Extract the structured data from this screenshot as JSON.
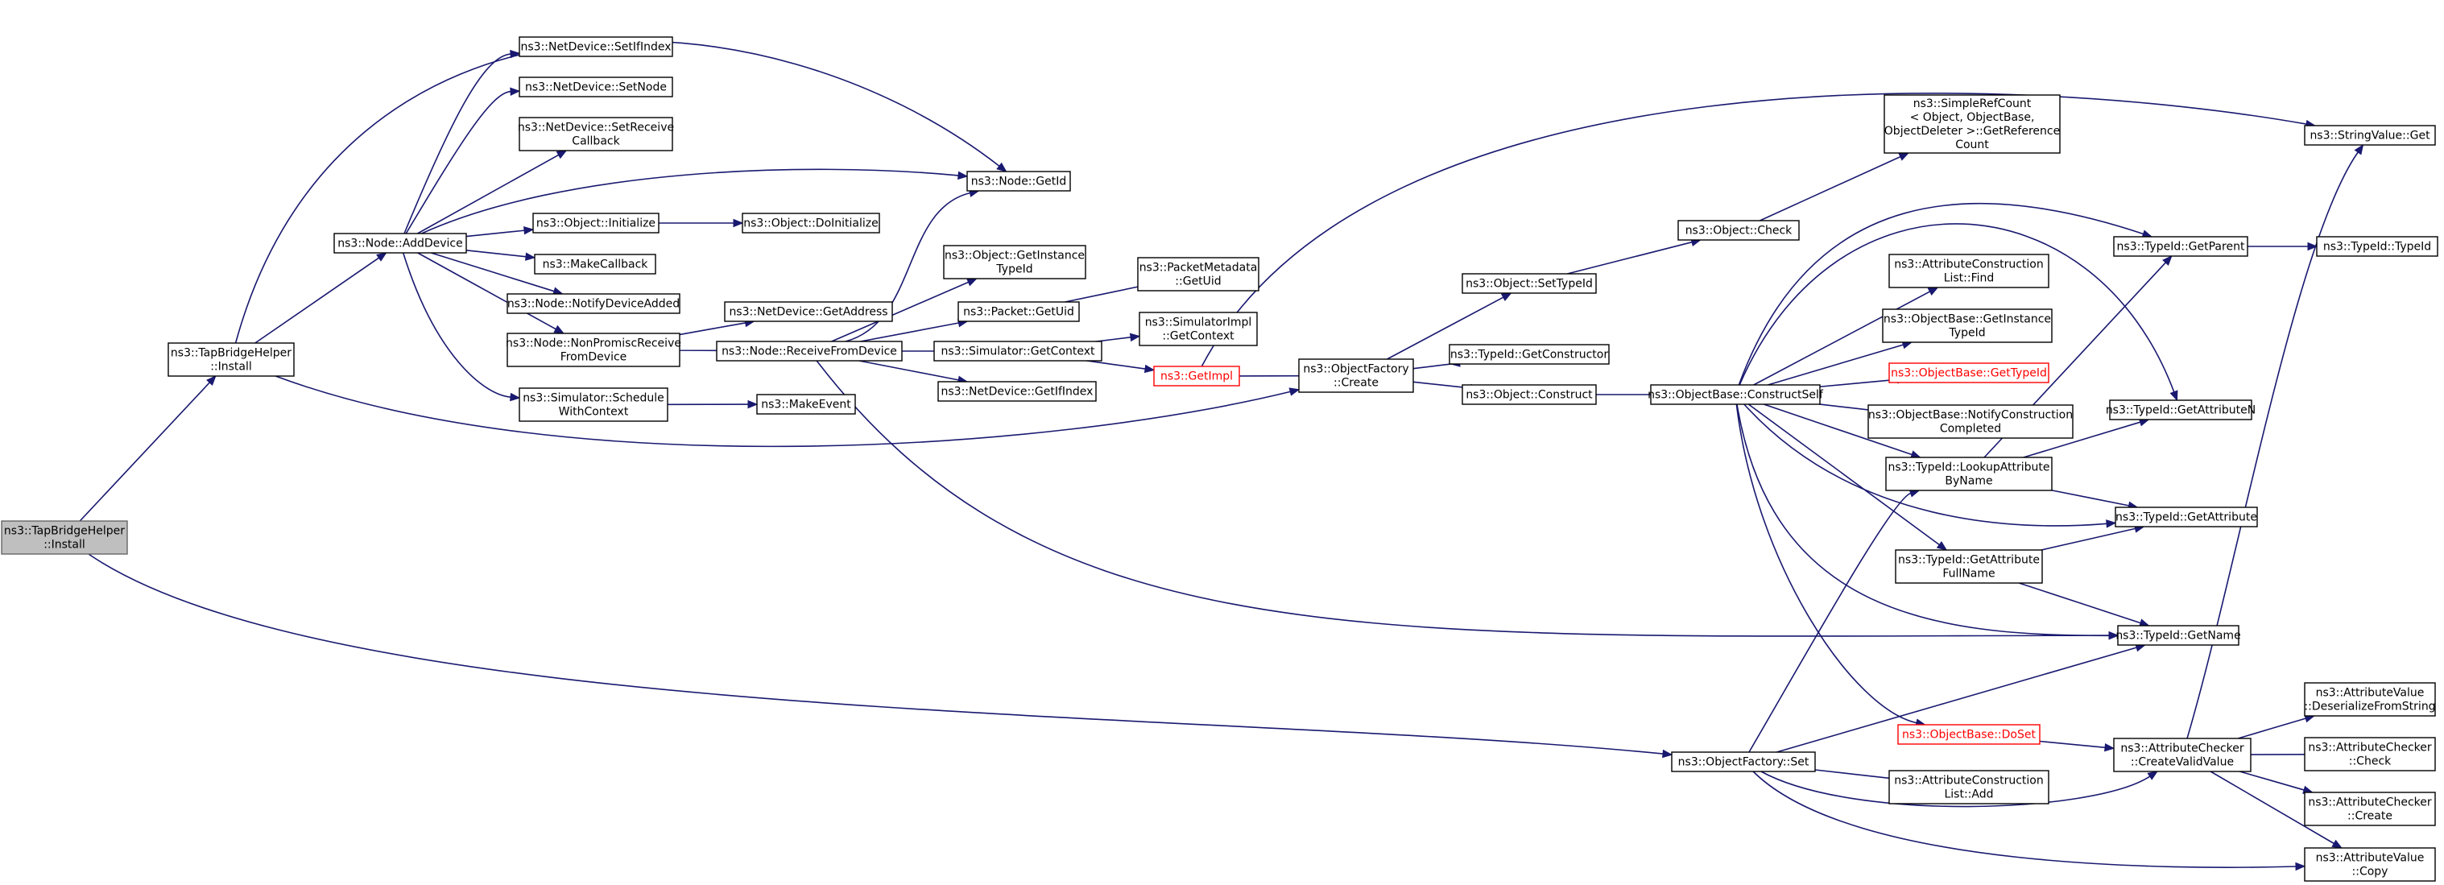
{
  "graph": {
    "colors": {
      "edge": "#191970",
      "node_border": "#000000",
      "root_fill": "#bfbfbf",
      "highlight_border": "#ff0000"
    },
    "nodes": [
      {
        "id": "tbh_install_root",
        "lines": [
          "ns3::TapBridgeHelper",
          "::Install"
        ],
        "style": "root"
      },
      {
        "id": "tbh_install",
        "lines": [
          "ns3::TapBridgeHelper",
          "::Install"
        ]
      },
      {
        "id": "node_adddevice",
        "lines": [
          "ns3::Node::AddDevice"
        ]
      },
      {
        "id": "nd_setifindex",
        "lines": [
          "ns3::NetDevice::SetIfIndex"
        ]
      },
      {
        "id": "nd_setnode",
        "lines": [
          "ns3::NetDevice::SetNode"
        ]
      },
      {
        "id": "nd_setreceivecb",
        "lines": [
          "ns3::NetDevice::SetReceive",
          "Callback"
        ]
      },
      {
        "id": "obj_initialize",
        "lines": [
          "ns3::Object::Initialize"
        ]
      },
      {
        "id": "makecallback",
        "lines": [
          "ns3::MakeCallback"
        ]
      },
      {
        "id": "node_notifydeviceadded",
        "lines": [
          "ns3::Node::NotifyDeviceAdded"
        ]
      },
      {
        "id": "node_nonpromisc",
        "lines": [
          "ns3::Node::NonPromiscReceive",
          "FromDevice"
        ]
      },
      {
        "id": "sim_schedulewithctx",
        "lines": [
          "ns3::Simulator::Schedule",
          "WithContext"
        ]
      },
      {
        "id": "node_getid",
        "lines": [
          "ns3::Node::GetId"
        ]
      },
      {
        "id": "obj_doinitialize",
        "lines": [
          "ns3::Object::DoInitialize"
        ]
      },
      {
        "id": "nd_getaddress",
        "lines": [
          "ns3::NetDevice::GetAddress"
        ]
      },
      {
        "id": "node_receivefromdevice",
        "lines": [
          "ns3::Node::ReceiveFromDevice"
        ]
      },
      {
        "id": "makeevent",
        "lines": [
          "ns3::MakeEvent"
        ]
      },
      {
        "id": "obj_getinstancetypeid",
        "lines": [
          "ns3::Object::GetInstance",
          "TypeId"
        ]
      },
      {
        "id": "packet_getuid",
        "lines": [
          "ns3::Packet::GetUid"
        ]
      },
      {
        "id": "sim_getcontext",
        "lines": [
          "ns3::Simulator::GetContext"
        ]
      },
      {
        "id": "nd_getifindex",
        "lines": [
          "ns3::NetDevice::GetIfIndex"
        ]
      },
      {
        "id": "pktmeta_getuid",
        "lines": [
          "ns3::PacketMetadata",
          "::GetUid"
        ]
      },
      {
        "id": "simimpl_getcontext",
        "lines": [
          "ns3::SimulatorImpl",
          "::GetContext"
        ]
      },
      {
        "id": "getimpl",
        "lines": [
          "ns3::GetImpl"
        ],
        "style": "red"
      },
      {
        "id": "objfactory_create",
        "lines": [
          "ns3::ObjectFactory",
          "::Create"
        ]
      },
      {
        "id": "obj_settypeid",
        "lines": [
          "ns3::Object::SetTypeId"
        ]
      },
      {
        "id": "typeid_getconstructor",
        "lines": [
          "ns3::TypeId::GetConstructor"
        ]
      },
      {
        "id": "obj_construct",
        "lines": [
          "ns3::Object::Construct"
        ]
      },
      {
        "id": "obj_check",
        "lines": [
          "ns3::Object::Check"
        ]
      },
      {
        "id": "simplerefcount",
        "lines": [
          "ns3::SimpleRefCount",
          "< Object, ObjectBase,",
          "ObjectDeleter >::GetReference",
          "Count"
        ]
      },
      {
        "id": "objbase_constructself",
        "lines": [
          "ns3::ObjectBase::ConstructSelf"
        ]
      },
      {
        "id": "attrconstr_find",
        "lines": [
          "ns3::AttributeConstruction",
          "List::Find"
        ]
      },
      {
        "id": "objbase_getinstancetypeid",
        "lines": [
          "ns3::ObjectBase::GetInstance",
          "TypeId"
        ]
      },
      {
        "id": "objbase_gettypeid",
        "lines": [
          "ns3::ObjectBase::GetTypeId"
        ],
        "style": "red"
      },
      {
        "id": "objbase_notifyconstr",
        "lines": [
          "ns3::ObjectBase::NotifyConstruction",
          "Completed"
        ]
      },
      {
        "id": "typeid_lookupattr",
        "lines": [
          "ns3::TypeId::LookupAttribute",
          "ByName"
        ]
      },
      {
        "id": "typeid_getattrfullname",
        "lines": [
          "ns3::TypeId::GetAttribute",
          "FullName"
        ]
      },
      {
        "id": "objbase_doset",
        "lines": [
          "ns3::ObjectBase::DoSet"
        ],
        "style": "red"
      },
      {
        "id": "objfactory_set",
        "lines": [
          "ns3::ObjectFactory::Set"
        ]
      },
      {
        "id": "attrconstr_add",
        "lines": [
          "ns3::AttributeConstruction",
          "List::Add"
        ]
      },
      {
        "id": "stringvalue_get",
        "lines": [
          "ns3::StringValue::Get"
        ]
      },
      {
        "id": "typeid_getparent",
        "lines": [
          "ns3::TypeId::GetParent"
        ]
      },
      {
        "id": "typeid_typeid",
        "lines": [
          "ns3::TypeId::TypeId"
        ]
      },
      {
        "id": "typeid_getattributen",
        "lines": [
          "ns3::TypeId::GetAttributeN"
        ]
      },
      {
        "id": "typeid_getattribute",
        "lines": [
          "ns3::TypeId::GetAttribute"
        ]
      },
      {
        "id": "typeid_getname",
        "lines": [
          "ns3::TypeId::GetName"
        ]
      },
      {
        "id": "attrchecker_createvalid",
        "lines": [
          "ns3::AttributeChecker",
          "::CreateValidValue"
        ]
      },
      {
        "id": "attrvalue_deserialize",
        "lines": [
          "ns3::AttributeValue",
          "::DeserializeFromString"
        ]
      },
      {
        "id": "attrchecker_check",
        "lines": [
          "ns3::AttributeChecker",
          "::Check"
        ]
      },
      {
        "id": "attrchecker_create",
        "lines": [
          "ns3::AttributeChecker",
          "::Create"
        ]
      },
      {
        "id": "attrvalue_copy",
        "lines": [
          "ns3::AttributeValue",
          "::Copy"
        ]
      }
    ]
  }
}
